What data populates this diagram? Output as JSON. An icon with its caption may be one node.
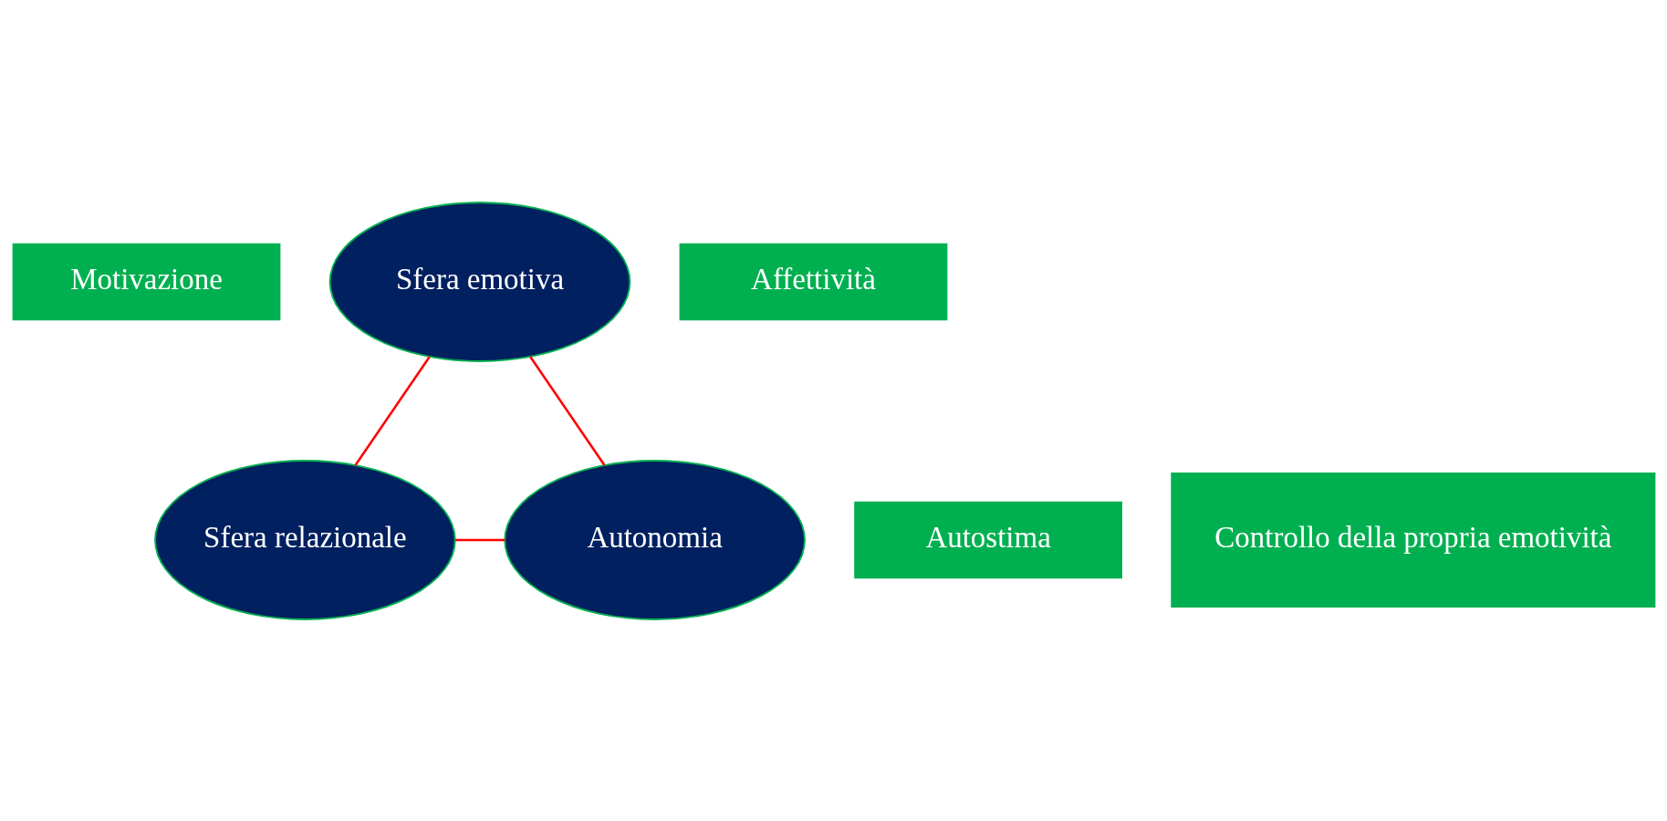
{
  "diagram": {
    "nodes": [
      {
        "text": [
          "Motivazione"
        ]
      },
      {
        "text": [
          "Sfera emotiva"
        ]
      },
      {
        "text": [
          "Affettività"
        ]
      },
      {
        "text": [
          "Autostima"
        ]
      },
      {
        "text": [
          "Controllo della propria emotività"
        ]
      },
      {
        "text": [
          "Sfera relazionale"
        ]
      },
      {
        "text": [
          "Autonomia"
        ]
      }
    ],
    "edges": [
      {
        "from": 1,
        "to": 5,
        "arrow": "none",
        "color": "#ff0000"
      },
      {
        "from": 1,
        "to": 6,
        "arrow": "none",
        "color": "#ff0000"
      },
      {
        "from": 5,
        "to": 6,
        "arrow": "none",
        "color": "#ff0000"
      }
    ]
  }
}
